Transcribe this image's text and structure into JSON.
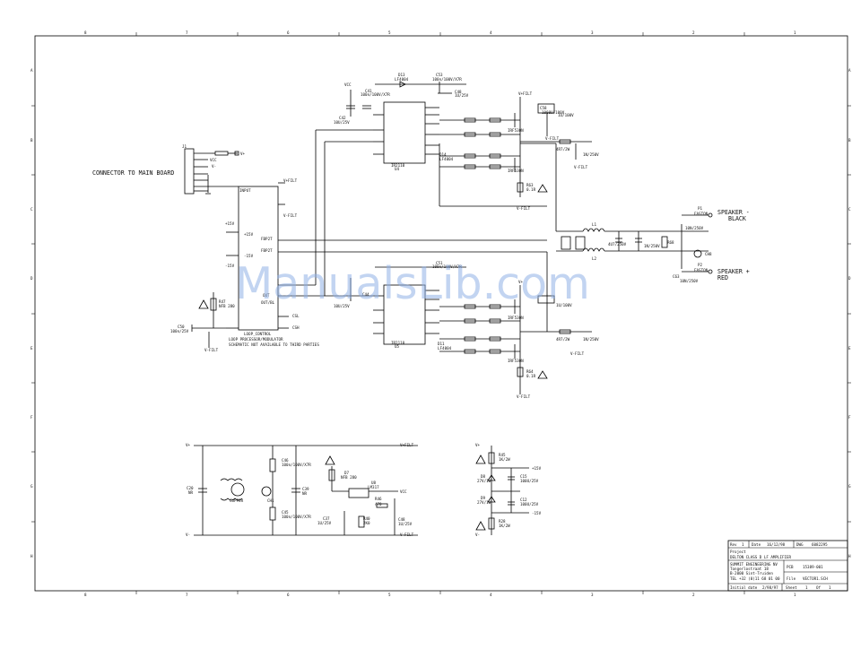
{
  "sheet": {
    "col_labels": [
      "8",
      "7",
      "6",
      "5",
      "4",
      "3",
      "2",
      "1"
    ],
    "row_labels": [
      "A",
      "B",
      "C",
      "D",
      "E",
      "F",
      "G",
      "H"
    ]
  },
  "labels": {
    "connector": "CONNECTOR TO MAIN BOARD",
    "speaker_neg_1": "SPEAKER -",
    "speaker_neg_2": "BLACK",
    "speaker_pos_1": "SPEAKER +",
    "speaker_pos_2": "RED",
    "loop_1": "LOOP PROCESSOR/MODULATOR",
    "loop_2": "SCHEMATIC NOT AVAILABLE TO THIRD PARTIES",
    "watermark": "ManualsLib.com"
  },
  "parts": {
    "d13": "D13",
    "d13v": "LF4004",
    "c53": "C53",
    "c53v": "100n/100V/X7R",
    "c41": "C41",
    "c41v": "100n/100V/X7R",
    "c42": "C42",
    "c42v": "10U/25V",
    "c48": "C48",
    "c48v": "1U/25V",
    "u4": "U4",
    "u4v": "IR2110",
    "u5": "U5",
    "u5v": "IR2110",
    "d14": "D14",
    "d14v": "LF4004",
    "d11": "D11",
    "d11v": "LF4004",
    "q1": "IRF530N",
    "q2": "IRF530N",
    "q3": "IRF530N",
    "q4": "IRF530N",
    "c58": "C58",
    "c58v": "1000U/100V",
    "c59v": "1U/100V",
    "r60": "R60",
    "r60v": "4R7/2W",
    "c57v": "1N/250V",
    "r63": "R63",
    "r63v": "0.1R",
    "r64": "R64",
    "r64v": "0.1R",
    "l1": "L1",
    "l2": "L2",
    "c61v": "4U7/250V",
    "c62v": "1N/250V",
    "r68": "R68",
    "c63": "C63",
    "c63v": "10N/250V",
    "ch8": "CH8",
    "p1": "P1",
    "p1v": "FASTON",
    "p2": "P2",
    "p2v": "FASTON",
    "ic": "LOOP_CONTROL",
    "ic_pins": [
      "INPUT",
      "+15V",
      "-15V",
      "FBP2T",
      "FBP2T",
      "OUT",
      "OUT/BL",
      "CSL",
      "CSH"
    ],
    "j1": "J1",
    "r47": "R47",
    "r47v": "NFB 280",
    "c50": "C50",
    "c50v": "100n/25V",
    "c44": "C44",
    "c44v": "10U/25V",
    "c51": "C51",
    "c51v": "100n/100V/X7R",
    "c46": "C46",
    "c46v": "100n/100V/X7R",
    "c45": "C45",
    "c45v": "100n/100V/X7R",
    "c39": "C39",
    "c39v": "NR",
    "d7": "D7",
    "d7v": "NFB 280",
    "u8": "U8",
    "u8v": "LM317",
    "r46": "R46",
    "r46v": "470",
    "r40": "R40",
    "r40v": "2K0",
    "c37": "C37",
    "c37v": "1U/25V",
    "c48b": "C48",
    "c48bv": "1U/25V",
    "d8": "D8",
    "d8v": "27V/1W",
    "d9": "D9",
    "d9v": "27V/1W",
    "r45": "R45",
    "r45v": "1K/2W",
    "r28": "R28",
    "r28v": "1K/2W",
    "c15": "C15",
    "c15v": "100U/25V",
    "c12": "C12",
    "c12v": "100U/25V",
    "c20": "C20",
    "c20v": "NR",
    "ch1": "CH1",
    "pn1": "CUPPER",
    "pos15": "+15V",
    "neg15": "-15V",
    "vfilt": "V-FILT",
    "vpfilt": "V+FILT",
    "vminus": "V-",
    "vplus": "V+",
    "vcc": "VCC"
  },
  "title_block": {
    "rev_label": "Rev",
    "rev": "1",
    "date_label": "Date",
    "date": "16/12/98",
    "dwg_label": "DWG",
    "dwg": "6082295",
    "project_label": "Project",
    "project": "DELTON CLASS D LF AMPLIFIER",
    "company_1": "SUMMIT ENGINEERING NV",
    "company_2": "Tongerlostraat 18",
    "company_3": "B-2000 Sint-Truiden",
    "company_4": "TEL +32 (0)11 68 01 00",
    "pcb_label": "PCB",
    "pcb": "15389-001",
    "file_label": "File",
    "file": "VECTOR1.SCH",
    "initial_label": "Initial date",
    "initial": "2/98/97",
    "sheet_label": "Sheet",
    "sheet": "1",
    "of_label": "Of",
    "of": "1"
  }
}
